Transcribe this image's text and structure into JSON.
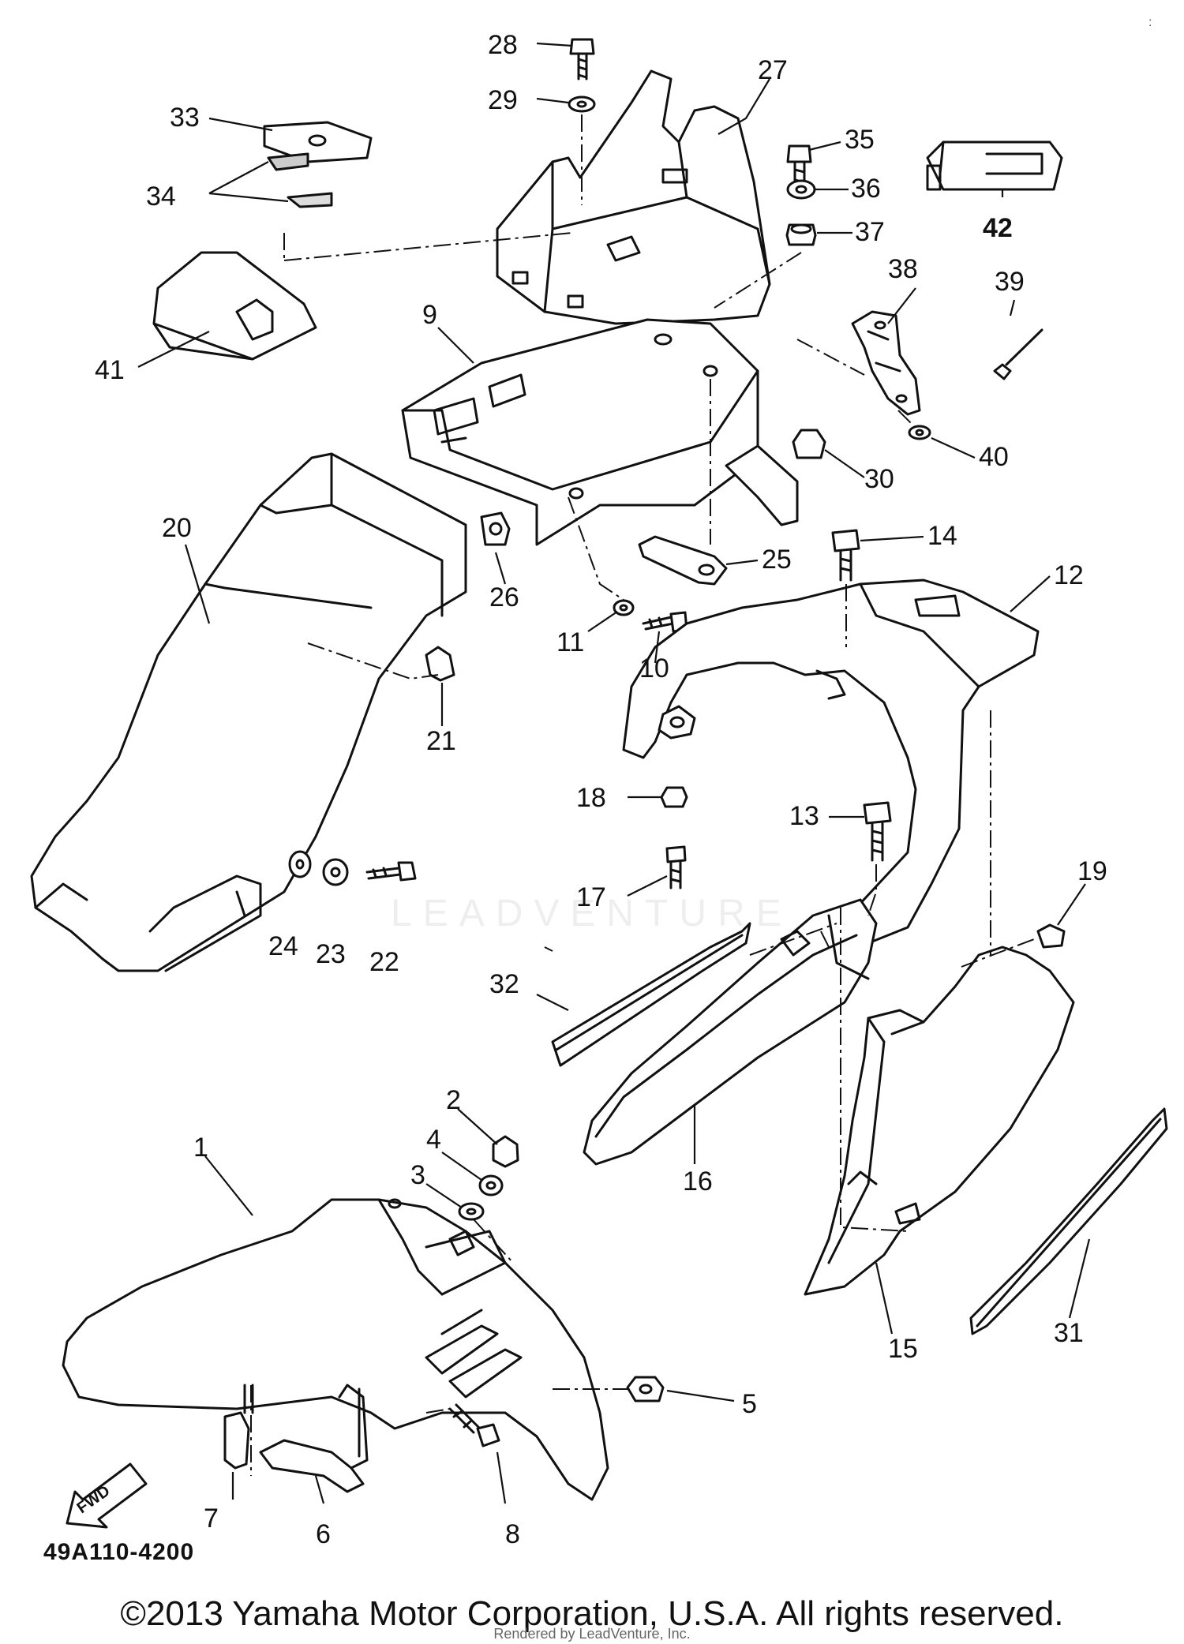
{
  "diagram": {
    "callouts": [
      "1",
      "2",
      "3",
      "4",
      "5",
      "6",
      "7",
      "8",
      "9",
      "10",
      "11",
      "12",
      "13",
      "14",
      "15",
      "16",
      "17",
      "18",
      "19",
      "20",
      "21",
      "22",
      "23",
      "24",
      "25",
      "26",
      "27",
      "28",
      "29",
      "30",
      "31",
      "32",
      "33",
      "34",
      "35",
      "36",
      "37",
      "38",
      "39",
      "40",
      "41",
      "42"
    ],
    "diagram_code": "49A110-4200",
    "direction_label": "FWD",
    "watermark": "LEADVENTURE"
  },
  "footer": {
    "copyright": "©2013 Yamaha Motor Corporation, U.S.A. All rights reserved.",
    "rendered_by": "Rendered by LeadVenture, Inc.",
    "corner_mark": ":"
  },
  "colors": {
    "ink": "#111111",
    "paper": "#ffffff"
  }
}
